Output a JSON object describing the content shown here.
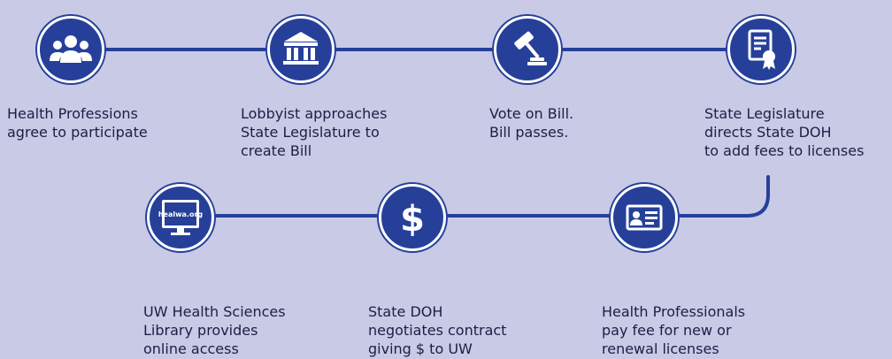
{
  "colors": {
    "background": "#c9cae6",
    "connector": "#26409a",
    "node_fill": "#26409a",
    "node_ring": "#ffffff",
    "text": "#1c1f44"
  },
  "steps": [
    {
      "icon": "people-icon",
      "label": "Health Professions\nagree to participate"
    },
    {
      "icon": "capitol-building-icon",
      "label": "Lobbyist approaches\nState Legislature to\ncreate Bill"
    },
    {
      "icon": "gavel-icon",
      "label": "Vote on Bill.\nBill passes."
    },
    {
      "icon": "certificate-icon",
      "label": "State Legislature\ndirects State DOH\nto add fees to licenses"
    },
    {
      "icon": "id-card-icon",
      "label": "Health Professionals\npay fee for new or\nrenewal licenses"
    },
    {
      "icon": "dollar-sign-icon",
      "label": "State DOH\nnegotiates contract\ngiving $ to UW"
    },
    {
      "icon": "computer-monitor-icon",
      "label": "UW Health Sciences\nLibrary provides\nonline access",
      "screen_text": "healwa.org"
    }
  ]
}
